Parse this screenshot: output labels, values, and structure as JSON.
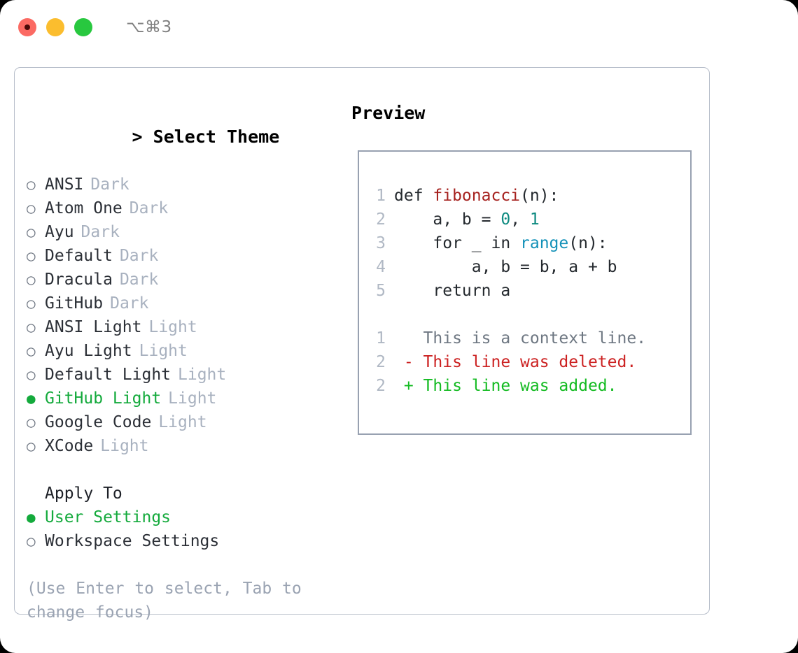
{
  "titlebar": {
    "dots": [
      {
        "name": "close",
        "color": "#fb6a63"
      },
      {
        "name": "minimize",
        "color": "#fbbd2e"
      },
      {
        "name": "maximize",
        "color": "#28c83f"
      }
    ],
    "shortcut": "⌥⌘3"
  },
  "colors": {
    "accent_green": "#14aa3c",
    "muted": "#a8b1bf",
    "hint": "#9aa3b2",
    "panel_border": "#b6bdc9",
    "preview_border": "#98a1b1",
    "diff_add": "#14bb22",
    "diff_del": "#cc2222",
    "code_func": "#a6221f",
    "code_num": "#0d8a80",
    "code_call": "#1391b8"
  },
  "left": {
    "caret": ">",
    "heading": "Select Theme",
    "themes": [
      {
        "marker": "○",
        "label": "ANSI",
        "tag": "Dark",
        "selected": false
      },
      {
        "marker": "○",
        "label": "Atom One",
        "tag": "Dark",
        "selected": false
      },
      {
        "marker": "○",
        "label": "Ayu",
        "tag": "Dark",
        "selected": false
      },
      {
        "marker": "○",
        "label": "Default",
        "tag": "Dark",
        "selected": false
      },
      {
        "marker": "○",
        "label": "Dracula",
        "tag": "Dark",
        "selected": false
      },
      {
        "marker": "○",
        "label": "GitHub",
        "tag": "Dark",
        "selected": false
      },
      {
        "marker": "○",
        "label": "ANSI Light",
        "tag": "Light",
        "selected": false
      },
      {
        "marker": "○",
        "label": "Ayu Light",
        "tag": "Light",
        "selected": false
      },
      {
        "marker": "○",
        "label": "Default Light",
        "tag": "Light",
        "selected": false
      },
      {
        "marker": "●",
        "label": "GitHub Light",
        "tag": "Light",
        "selected": true
      },
      {
        "marker": "○",
        "label": "Google Code",
        "tag": "Light",
        "selected": false
      },
      {
        "marker": "○",
        "label": "XCode",
        "tag": "Light",
        "selected": false
      }
    ],
    "apply_to": {
      "heading": "Apply To",
      "options": [
        {
          "marker": "●",
          "label": "User Settings",
          "selected": true
        },
        {
          "marker": "○",
          "label": "Workspace Settings",
          "selected": false
        }
      ]
    },
    "hint": "(Use Enter to select, Tab to change focus)"
  },
  "right": {
    "heading": "Preview",
    "code": [
      {
        "n": "1",
        "parts": [
          {
            "t": "def ",
            "k": "plain"
          },
          {
            "t": "fibonacci",
            "k": "func"
          },
          {
            "t": "(n):",
            "k": "plain"
          }
        ]
      },
      {
        "n": "2",
        "parts": [
          {
            "t": "    a, b = ",
            "k": "plain"
          },
          {
            "t": "0",
            "k": "num"
          },
          {
            "t": ", ",
            "k": "plain"
          },
          {
            "t": "1",
            "k": "num"
          }
        ]
      },
      {
        "n": "3",
        "parts": [
          {
            "t": "    for _ in ",
            "k": "plain"
          },
          {
            "t": "range",
            "k": "call"
          },
          {
            "t": "(n):",
            "k": "plain"
          }
        ]
      },
      {
        "n": "4",
        "parts": [
          {
            "t": "        a, b = b, a + b",
            "k": "plain"
          }
        ]
      },
      {
        "n": "5",
        "parts": [
          {
            "t": "    return a",
            "k": "plain"
          }
        ]
      }
    ],
    "diff": [
      {
        "n": "1",
        "sign": " ",
        "text": " This is a context line.",
        "kind": "ctx"
      },
      {
        "n": "2",
        "sign": "-",
        "text": " This line was deleted.",
        "kind": "del"
      },
      {
        "n": "2",
        "sign": "+",
        "text": " This line was added.",
        "kind": "add"
      }
    ]
  }
}
